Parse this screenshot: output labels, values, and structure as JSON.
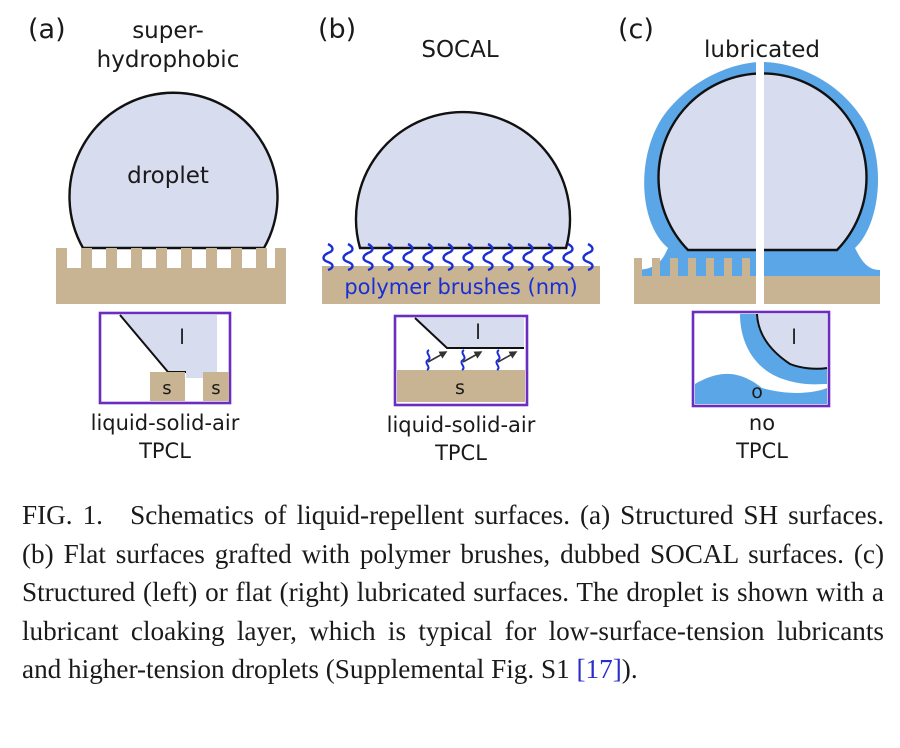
{
  "panels": [
    {
      "tag": "(a)",
      "title_lines": [
        "super-",
        "hydrophobic"
      ],
      "droplet_label": "droplet",
      "inset_liquid": "l",
      "inset_solid_left": "s",
      "inset_solid_right": "s",
      "bottom_lines": [
        "liquid-solid-air",
        "TPCL"
      ]
    },
    {
      "tag": "(b)",
      "title_lines": [
        "SOCAL"
      ],
      "substrate_label": "polymer brushes (nm)",
      "inset_liquid": "l",
      "inset_solid": "s",
      "bottom_lines": [
        "liquid-solid-air",
        "TPCL"
      ]
    },
    {
      "tag": "(c)",
      "title_lines": [
        "lubricated"
      ],
      "inset_liquid": "l",
      "inset_oil": "o",
      "bottom_lines": [
        "no",
        "TPCL"
      ]
    }
  ],
  "caption": {
    "text": "FIG. 1. Schematics of liquid-repellent surfaces. (a) Structured SH surfaces. (b) Flat surfaces grafted with polymer brushes, dubbed SOCAL surfaces. (c) Structured (left) or flat (right) lubricated surfaces. The droplet is shown with a lubricant cloaking layer, which is typical for low-surface-tension lubricants and higher-tension droplets (Supplemental Fig. S1 ",
    "ref": "[17]",
    "end": ")."
  },
  "colors": {
    "droplet_fill": "#d8dcef",
    "substrate": "#c8b493",
    "lubricant": "#5aa6e6",
    "inset_frame": "#6a2dbf",
    "brush_blue": "#1a2ed6",
    "ref_blue": "#2b2bd0"
  }
}
